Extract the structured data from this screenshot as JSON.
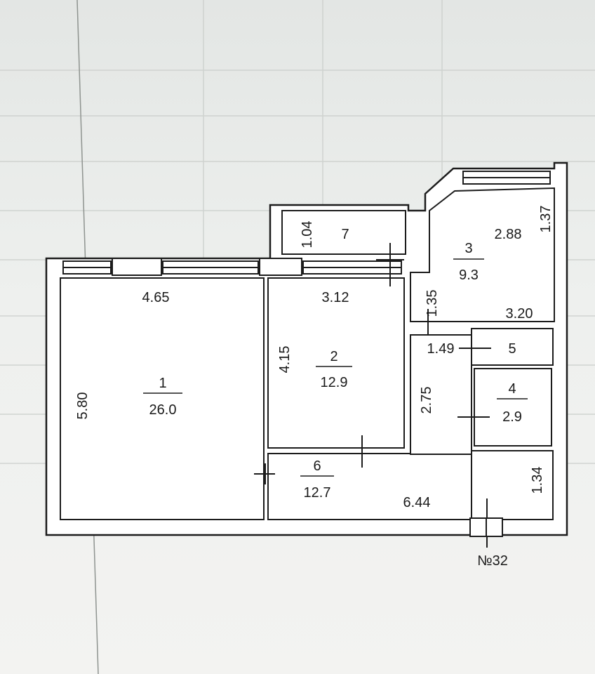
{
  "plan_number": "№32",
  "rooms": [
    {
      "id": "1",
      "area": "26.0"
    },
    {
      "id": "2",
      "area": "12.9"
    },
    {
      "id": "3",
      "area": "9.3"
    },
    {
      "id": "4",
      "area": "2.9"
    },
    {
      "id": "5",
      "area": ""
    },
    {
      "id": "6",
      "area": "12.7"
    },
    {
      "id": "7",
      "area": ""
    }
  ],
  "dimensions": {
    "room1_width": "4.65",
    "room1_length": "5.80",
    "room2_width": "3.12",
    "room2_length": "4.15",
    "room3_width": "2.88",
    "room3_side": "1.37",
    "room3_lower": "3.20",
    "loggia_depth": "1.04",
    "corridor_a": "1.35",
    "corridor_b": "1.49",
    "corridor_c": "2.75",
    "hall_length": "6.44",
    "hall_side": "1.34"
  },
  "colors": {
    "wall": "#ffffff",
    "line": "#1c1c1c",
    "paper": "#e9ebe8"
  }
}
